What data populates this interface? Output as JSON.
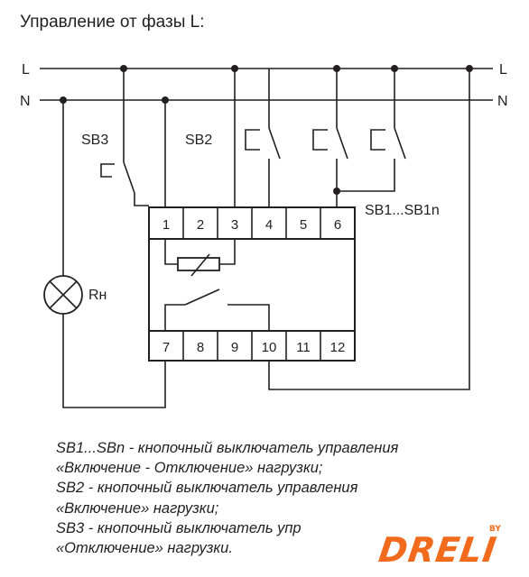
{
  "title": "Управление от фазы L:",
  "lines": {
    "phase": "L",
    "neutral": "N"
  },
  "switch_labels": {
    "sb3": "SB3",
    "sb2": "SB2",
    "sb1n": "SB1...SB1n"
  },
  "load_label": "Rн",
  "top_terminals": [
    "1",
    "2",
    "3",
    "4",
    "5",
    "6"
  ],
  "bottom_terminals": [
    "7",
    "8",
    "9",
    "10",
    "11",
    "12"
  ],
  "legend": [
    "SB1...SBn - кнопочный выключатель управления",
    "«Включение - Отключение» нагрузки;",
    "SB2 - кнопочный выключатель управления",
    "«Включение» нагрузки;",
    "SB3 - кнопочный выключатель упр",
    "«Отключение» нагрузки."
  ],
  "logo": {
    "text": "DRELI",
    "by": "BY"
  },
  "colors": {
    "lines": "#231f20",
    "logo": "#f26b1d"
  }
}
